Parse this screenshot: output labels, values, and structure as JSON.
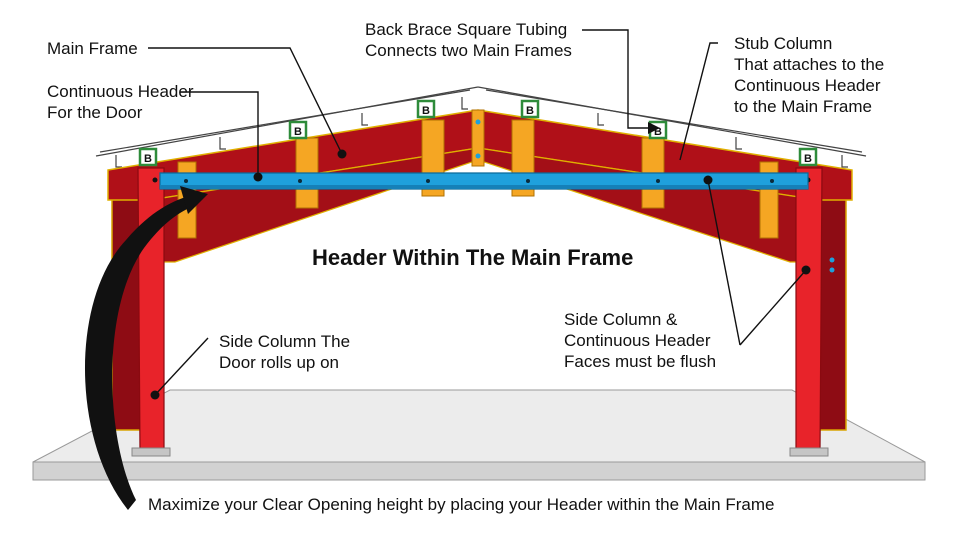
{
  "diagram": {
    "title": "Header Within The Main Frame",
    "labels": {
      "main_frame": "Main Frame",
      "continuous_header_1": "Continuous Header",
      "continuous_header_2": "For the Door",
      "back_brace_1": "Back Brace Square Tubing",
      "back_brace_2": "Connects two Main Frames",
      "stub_column_1": "Stub Column",
      "stub_column_2": "That attaches to the",
      "stub_column_3": "Continuous Header",
      "stub_column_4": "to the Main Frame",
      "side_column_1": "Side Column The",
      "side_column_2": "Door rolls up on",
      "flush_1": "Side Column &",
      "flush_2": "Continuous Header",
      "flush_3": "Faces must be flush",
      "caption": "Maximize your Clear Opening height by placing your Header within the Main Frame"
    },
    "bracket_letter": "B",
    "colors": {
      "frame_red": "#b01018",
      "frame_dark": "#7a0a10",
      "column_red": "#e8232a",
      "header_blue": "#1fa0dc",
      "stub_orange": "#f5a623",
      "bracket_green": "#2e8b3a",
      "slab": "#e6e6e6"
    }
  }
}
